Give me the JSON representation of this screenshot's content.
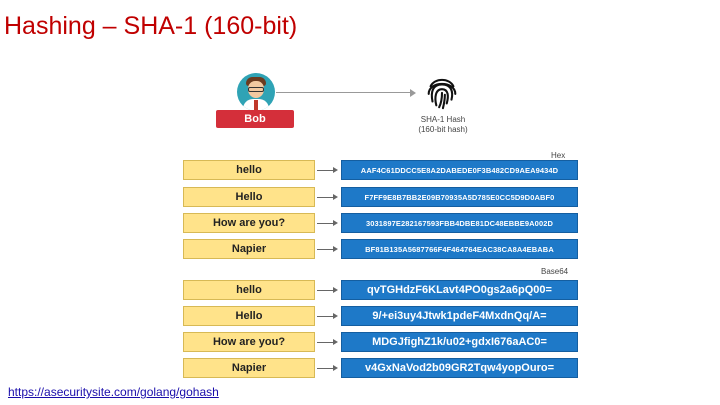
{
  "title": "Hashing – SHA-1 (160-bit)",
  "bob": {
    "label": "Bob"
  },
  "hash_node": {
    "line1": "SHA-1 Hash",
    "line2": "(160-bit hash)"
  },
  "hex_section": {
    "label": "Hex",
    "rows": [
      {
        "input": "hello",
        "output": "AAF4C61DDCC5E8A2DABEDE0F3B482CD9AEA9434D"
      },
      {
        "input": "Hello",
        "output": "F7FF9E8B7BB2E09B70935A5D785E0CC5D9D0ABF0"
      },
      {
        "input": "How are you?",
        "output": "3031897E282167593FBB4DBE81DC48EBBE9A002D"
      },
      {
        "input": "Napier",
        "output": "BF81B135A5687766F4F464764EAC38CA8A4EBABA"
      }
    ]
  },
  "base64_section": {
    "label": "Base64",
    "rows": [
      {
        "input": "hello",
        "output": "qvTGHdzF6KLavt4PO0gs2a6pQ00="
      },
      {
        "input": "Hello",
        "output": "9/+ei3uy4Jtwk1pdeF4MxdnQq/A="
      },
      {
        "input": "How are you?",
        "output": "MDGJfighZ1k/u02+gdxI676aAC0="
      },
      {
        "input": "Napier",
        "output": "v4GxNaVod2b09GR2Tqw4yopOuro="
      }
    ]
  },
  "footer_link": "https://asecuritysite.com/golang/gohash",
  "colors": {
    "title": "#c00000",
    "bob_label": "#d42f3a",
    "input_box": "#ffe38a",
    "output_box": "#1e79c8"
  },
  "icons": [
    "person-avatar-icon",
    "fingerprint-icon",
    "arrow-right-icon"
  ]
}
